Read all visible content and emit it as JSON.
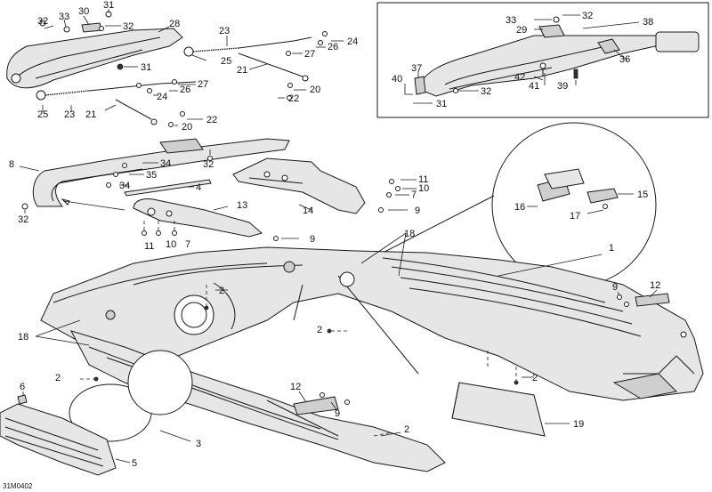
{
  "figure": {
    "reference_code": "31M0402"
  },
  "callouts": {
    "c1": "1",
    "c2": "2",
    "c3": "3",
    "c4": "4",
    "c5": "5",
    "c6": "6",
    "c7": "7",
    "c8": "8",
    "c9": "9",
    "c10": "10",
    "c11": "11",
    "c12": "12",
    "c13": "13",
    "c14": "14",
    "c15": "15",
    "c16": "16",
    "c17": "17",
    "c18": "18",
    "c19": "19",
    "c20": "20",
    "c21": "21",
    "c22": "22",
    "c23": "23",
    "c24": "24",
    "c25": "25",
    "c26": "26",
    "c27": "27",
    "c28": "28",
    "c29": "29",
    "c30": "30",
    "c31": "31",
    "c32": "32",
    "c33": "33",
    "c34": "34",
    "c35": "35",
    "c36": "36",
    "c37": "37",
    "c38": "38",
    "c39": "39",
    "c40": "40",
    "c41": "41",
    "c42": "42"
  }
}
